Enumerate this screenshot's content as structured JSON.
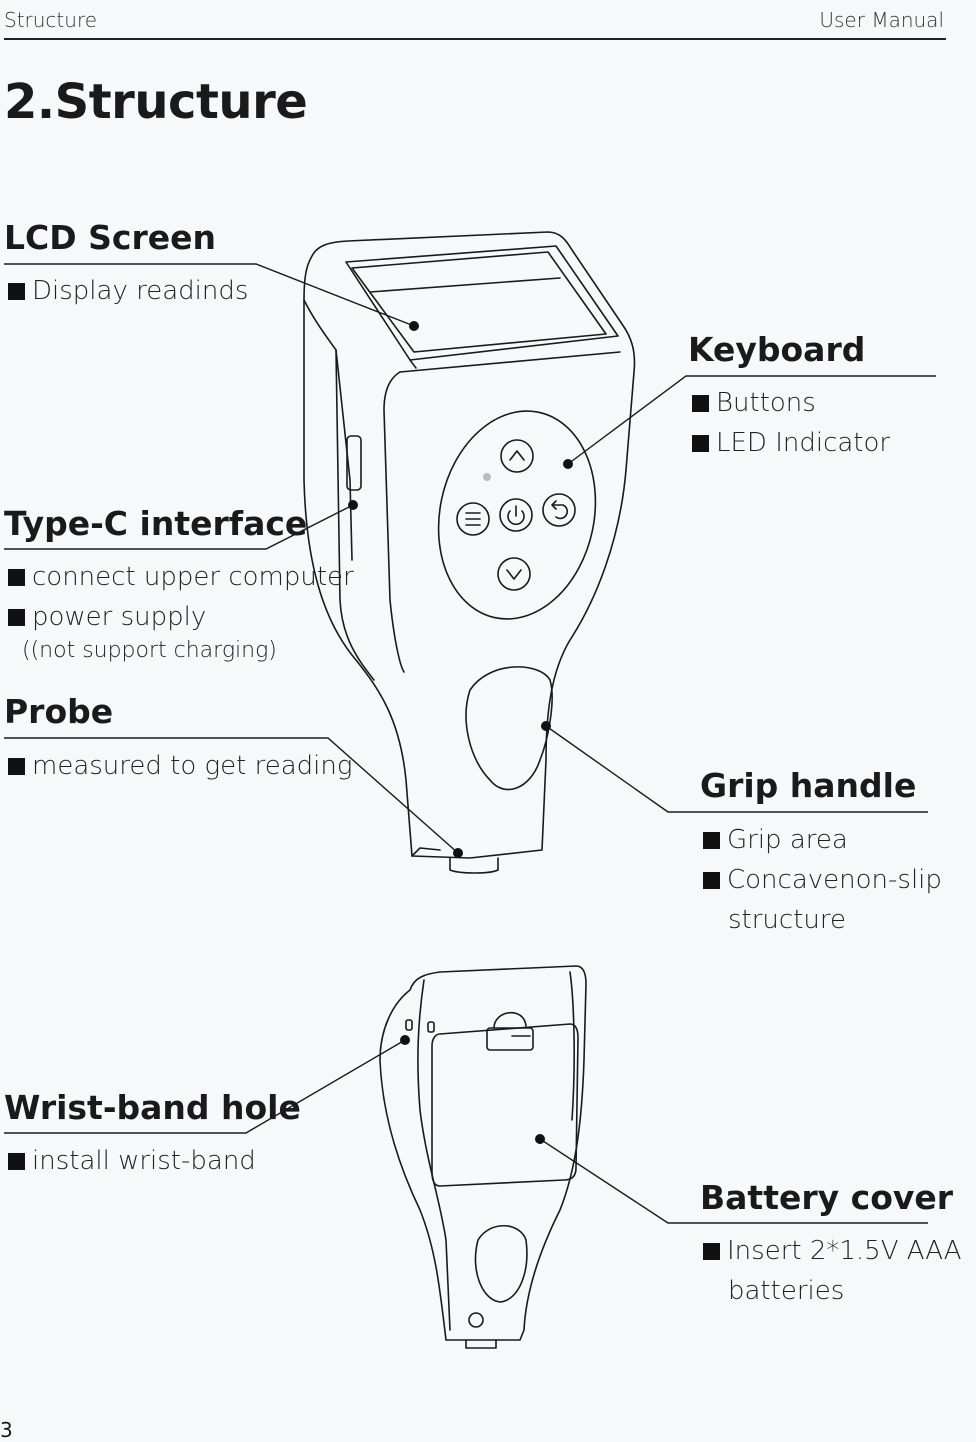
{
  "header": {
    "left": "Structure",
    "right": "User Manual"
  },
  "page_title": "2.Structure",
  "page_number": "3",
  "sections": {
    "lcd": {
      "title": "LCD Screen",
      "items": [
        "Display readinds"
      ]
    },
    "keyboard": {
      "title": "Keyboard",
      "items": [
        "Buttons",
        "LED Indicator"
      ]
    },
    "typec": {
      "title": "Type-C interface",
      "items": [
        "connect upper computer",
        "power supply"
      ],
      "note": "((not support charging)"
    },
    "probe": {
      "title": "Probe",
      "items": [
        "measured to get reading"
      ]
    },
    "grip": {
      "title": "Grip handle",
      "items": [
        "Grip area",
        "Concavenon-slip"
      ],
      "continuation": "structure"
    },
    "wrist": {
      "title": "Wrist-band hole",
      "items": [
        "install wrist-band"
      ]
    },
    "battery": {
      "title": "Battery cover",
      "items": [
        "Insert 2*1.5V AAA"
      ],
      "continuation": "batteries"
    }
  }
}
